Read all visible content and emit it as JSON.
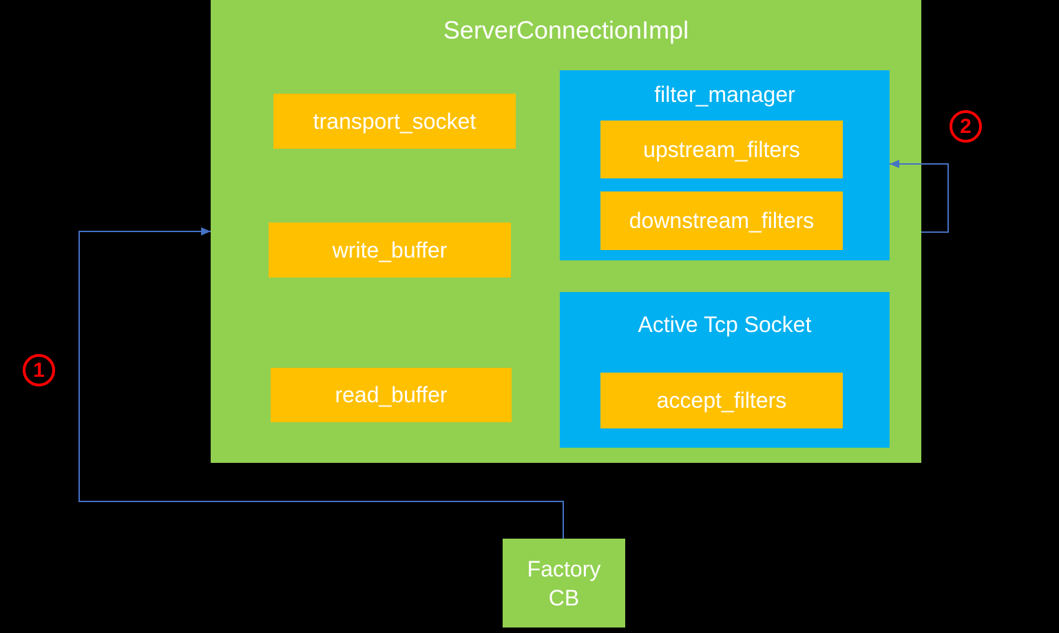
{
  "colors": {
    "container_green": "#92D050",
    "panel_blue": "#00B0F0",
    "member_yellow": "#FFC000",
    "arrow_blue": "#4472C4",
    "annotation_red": "#FF0000",
    "background": "#000000",
    "text": "#FFFFFF"
  },
  "server_connection": {
    "title": "ServerConnectionImpl",
    "transport_socket_label": "transport_socket",
    "write_buffer_label": "write_buffer",
    "read_buffer_label": "read_buffer",
    "filter_manager": {
      "title": "filter_manager",
      "upstream_filters_label": "upstream_filters",
      "downstream_filters_label": "downstream_filters"
    },
    "active_tcp_socket": {
      "title": "Active Tcp Socket",
      "accept_filters_label": "accept_filters"
    }
  },
  "factory_cb": {
    "line1": "Factory",
    "line2": "CB"
  },
  "annotations": {
    "step1_label": "1",
    "step2_label": "2"
  }
}
